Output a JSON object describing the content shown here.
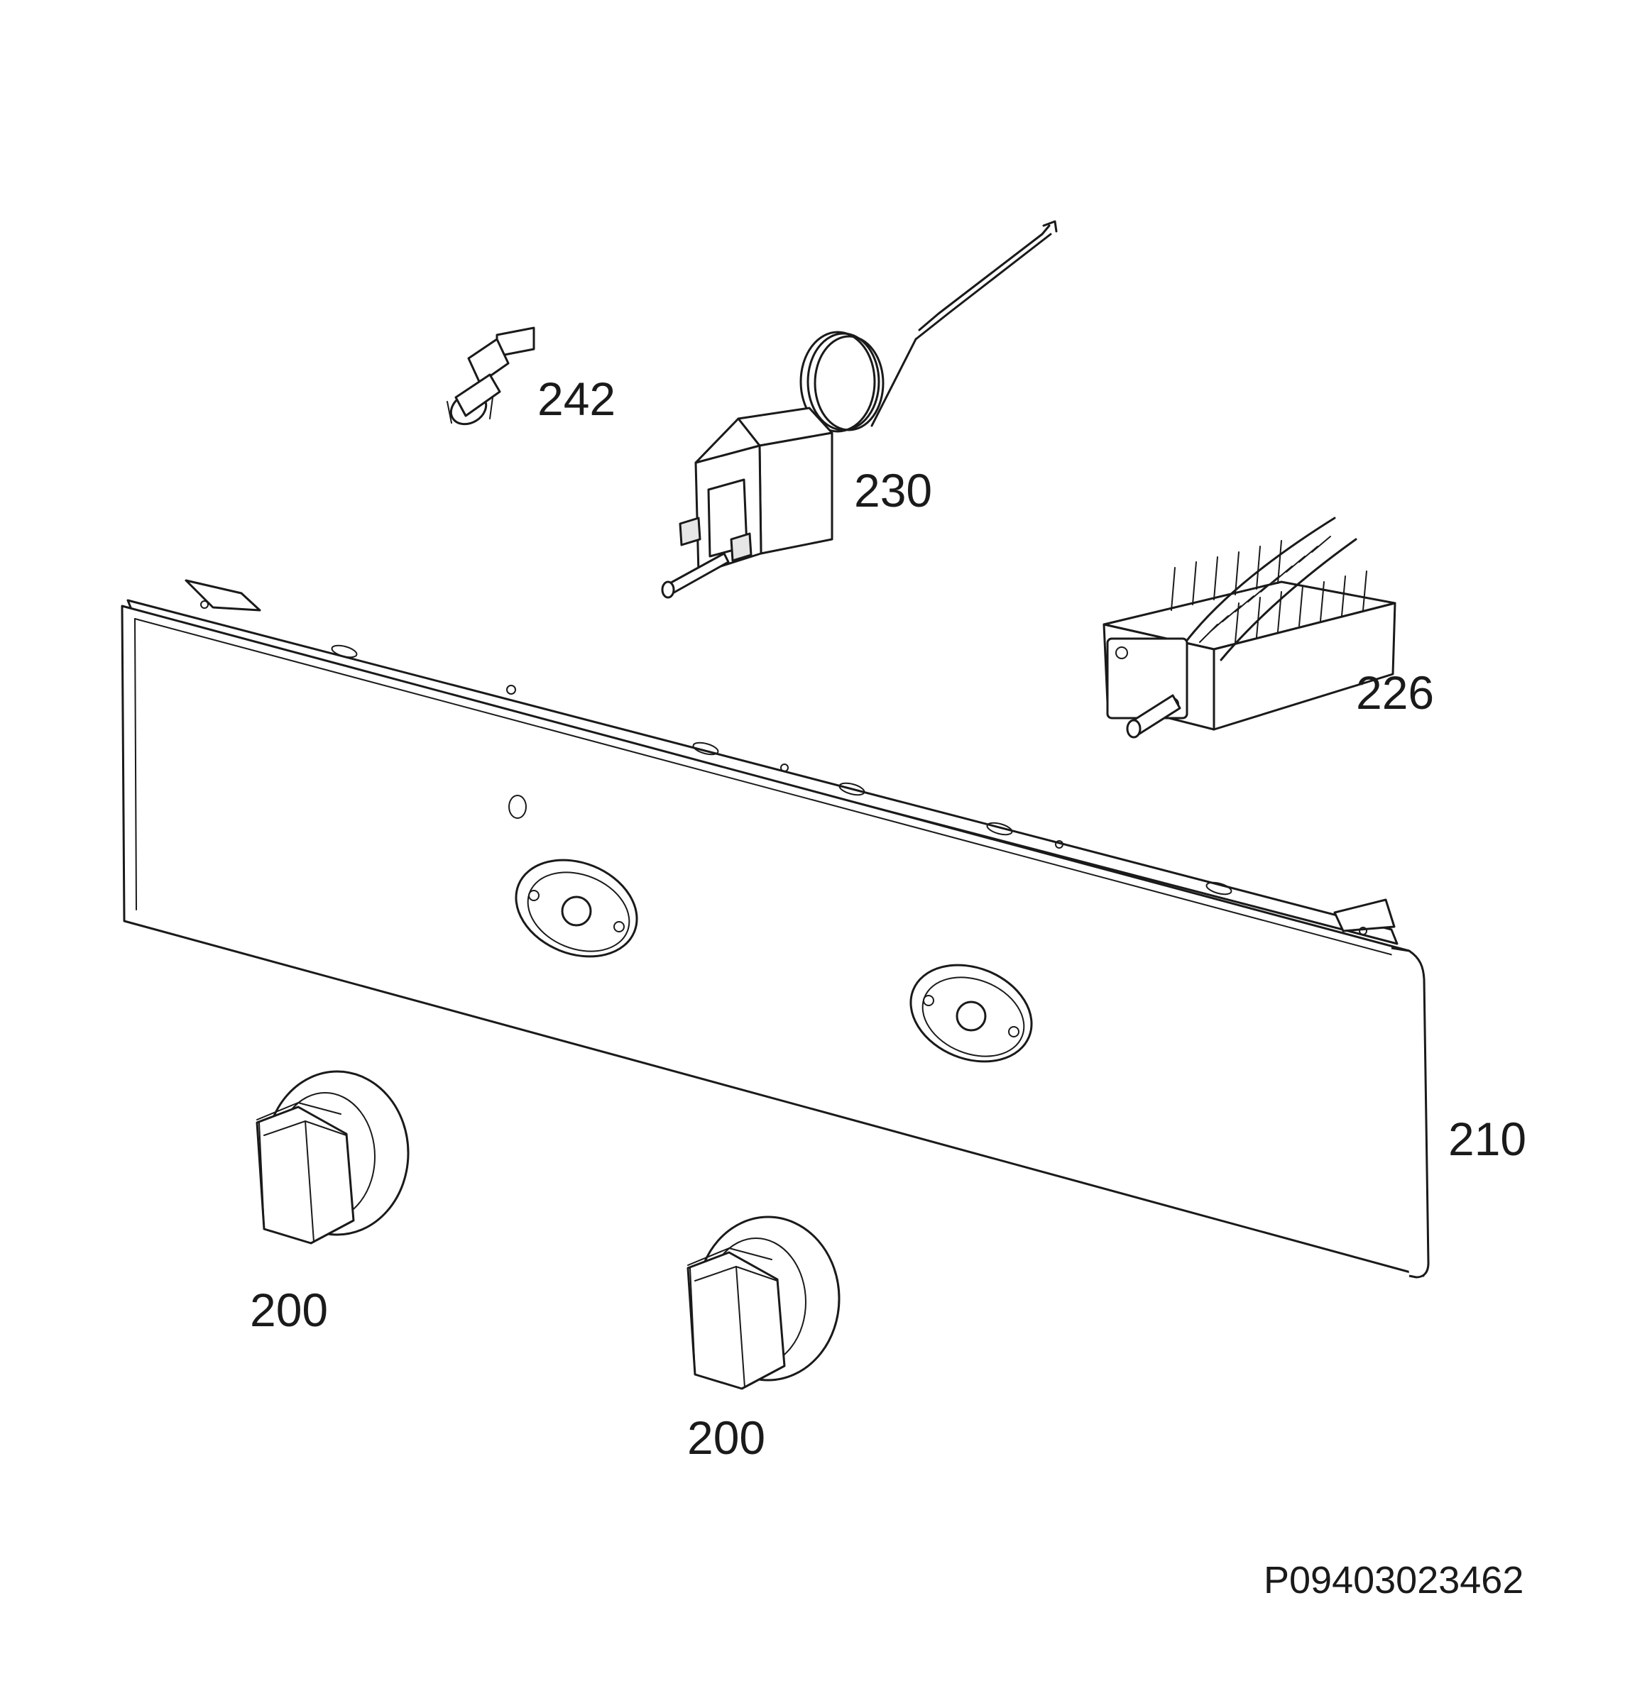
{
  "parts": [
    {
      "id": "part-242",
      "label": "242"
    },
    {
      "id": "part-230",
      "label": "230"
    },
    {
      "id": "part-226",
      "label": "226"
    },
    {
      "id": "part-210",
      "label": "210"
    },
    {
      "id": "part-200-left",
      "label": "200"
    },
    {
      "id": "part-200-center",
      "label": "200"
    }
  ],
  "drawing_code": "P09403023462"
}
